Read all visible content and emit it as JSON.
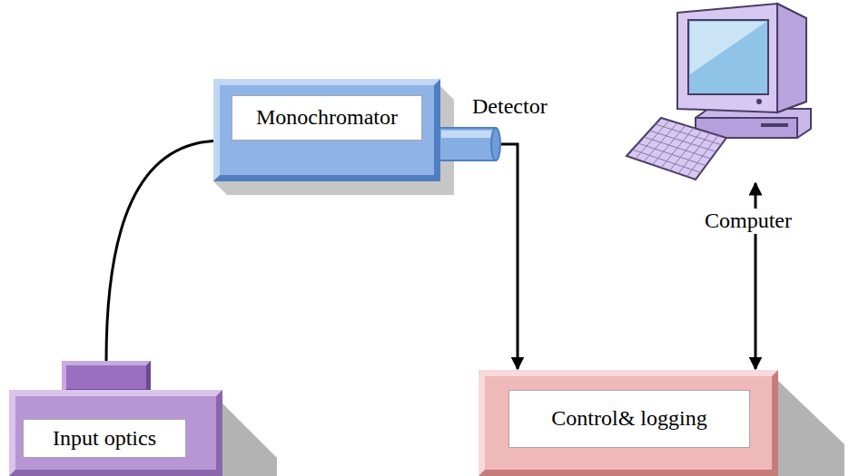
{
  "diagram": {
    "nodes": [
      {
        "text": [
          "Input optics"
        ]
      },
      {
        "text": [
          "Monochromator"
        ]
      },
      {
        "text": [
          "Detector"
        ]
      },
      {
        "text": [
          "Computer"
        ]
      },
      {
        "text": [
          "Control& logging"
        ]
      }
    ],
    "edges": [
      {
        "from": 0,
        "to": 1,
        "arrow": "none"
      },
      {
        "from": 2,
        "to": 4,
        "arrow": "to"
      },
      {
        "from": 4,
        "to": 3,
        "arrow": "both"
      }
    ]
  }
}
